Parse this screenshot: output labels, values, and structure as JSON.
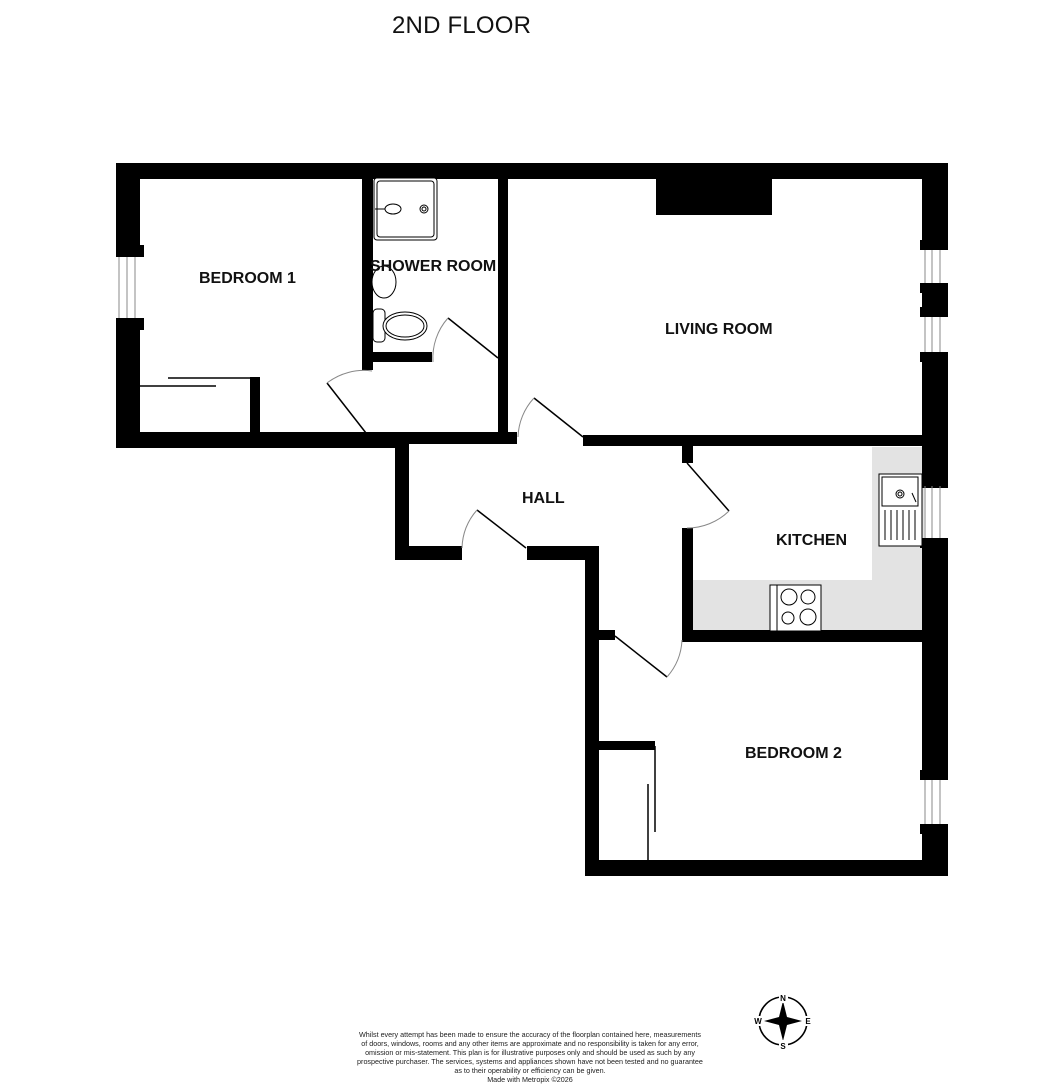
{
  "title": "2ND FLOOR",
  "rooms": {
    "bedroom1": "BEDROOM 1",
    "shower_room": "SHOWER ROOM",
    "living_room": "LIVING ROOM",
    "hall": "HALL",
    "kitchen": "KITCHEN",
    "bedroom2": "BEDROOM 2"
  },
  "compass": {
    "n": "N",
    "e": "E",
    "s": "S",
    "w": "W"
  },
  "disclaimer": {
    "lines": [
      "Whilst every attempt has been made to ensure the accuracy of the floorplan contained here, measurements",
      "of doors, windows, rooms and any other items are approximate and no responsibility is taken for any error,",
      "omission or mis-statement. This plan is for illustrative purposes only and should be used as such by any",
      "prospective purchaser. The services, systems and appliances shown have not been tested and no guarantee",
      "as to their operability or efficiency can be given."
    ],
    "credit": "Made with Metropix ©2026"
  },
  "colors": {
    "wall": "#000000",
    "counter": "#e3e3e3",
    "background": "#ffffff",
    "window_line": "#888888"
  }
}
